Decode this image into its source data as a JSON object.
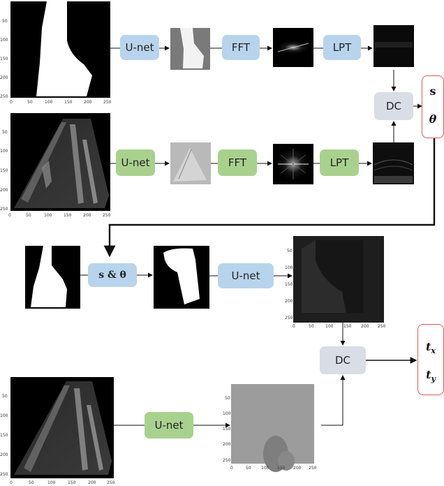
{
  "nodes": {
    "unet_top": "U-net",
    "fft_top": "FFT",
    "lpt_top": "LPT",
    "unet_mid": "U-net",
    "fft_mid": "FFT",
    "lpt_mid": "LPT",
    "dc_top": "DC",
    "s_theta_box": "s & θ",
    "unet_row3": "U-net",
    "dc_bottom": "DC",
    "unet_bottom": "U-net"
  },
  "outputs": {
    "top": [
      "s",
      "θ"
    ],
    "bottom": [
      "tx",
      "ty"
    ]
  },
  "ticks": {
    "y_large": [
      "50",
      "100",
      "150",
      "200",
      "250"
    ],
    "x_large": [
      "0",
      "50",
      "100",
      "150",
      "200",
      "250"
    ]
  },
  "colors": {
    "unet_blue": "#b8d4ec",
    "unet_green": "#a9d18e",
    "dc_grey": "#d8dde6",
    "output_border": "#e05a5a"
  }
}
